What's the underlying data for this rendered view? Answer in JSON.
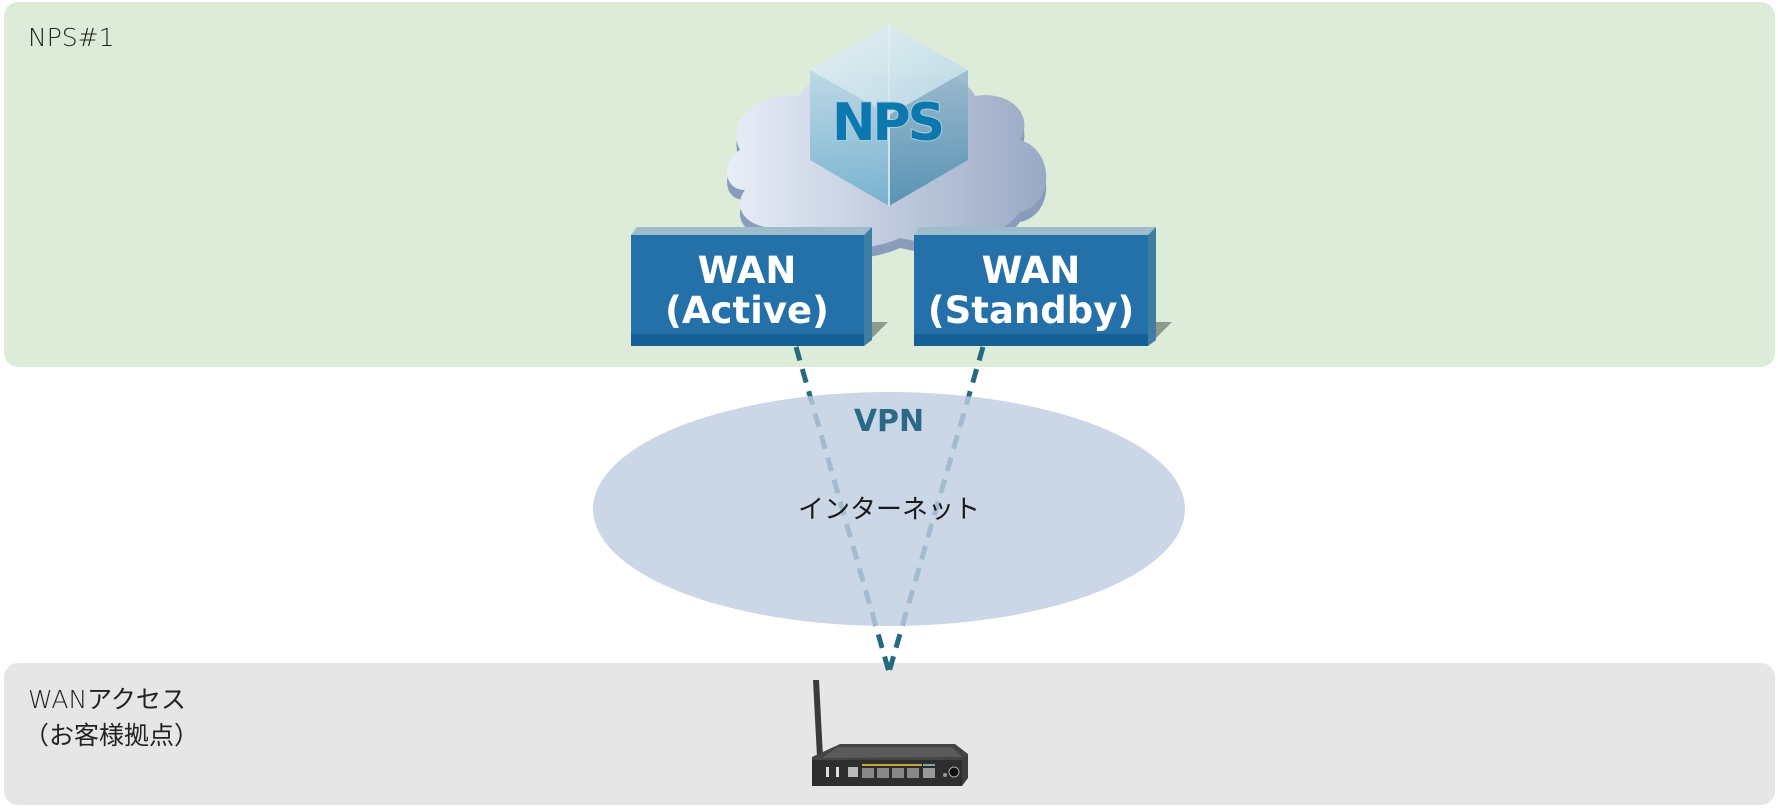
{
  "zones": {
    "nps": {
      "label": "NPS#1",
      "color": "#dcecd8"
    },
    "customer": {
      "label_line1": "WANアクセス",
      "label_line2": "（お客様拠点）",
      "color": "#e6e6e6"
    }
  },
  "nps_node": {
    "label": "NPS",
    "icon": "cloud-cube-icon"
  },
  "wan_links": [
    {
      "line1": "WAN",
      "line2": "(Active)",
      "color": "#2470a8"
    },
    {
      "line1": "WAN",
      "line2": "(Standby)",
      "color": "#2470a8"
    }
  ],
  "internet": {
    "vpn_label": "VPN",
    "label": "インターネット",
    "color": "#bfcde0"
  },
  "customer_device": {
    "icon": "router-icon"
  },
  "connection_color": "#246a80"
}
